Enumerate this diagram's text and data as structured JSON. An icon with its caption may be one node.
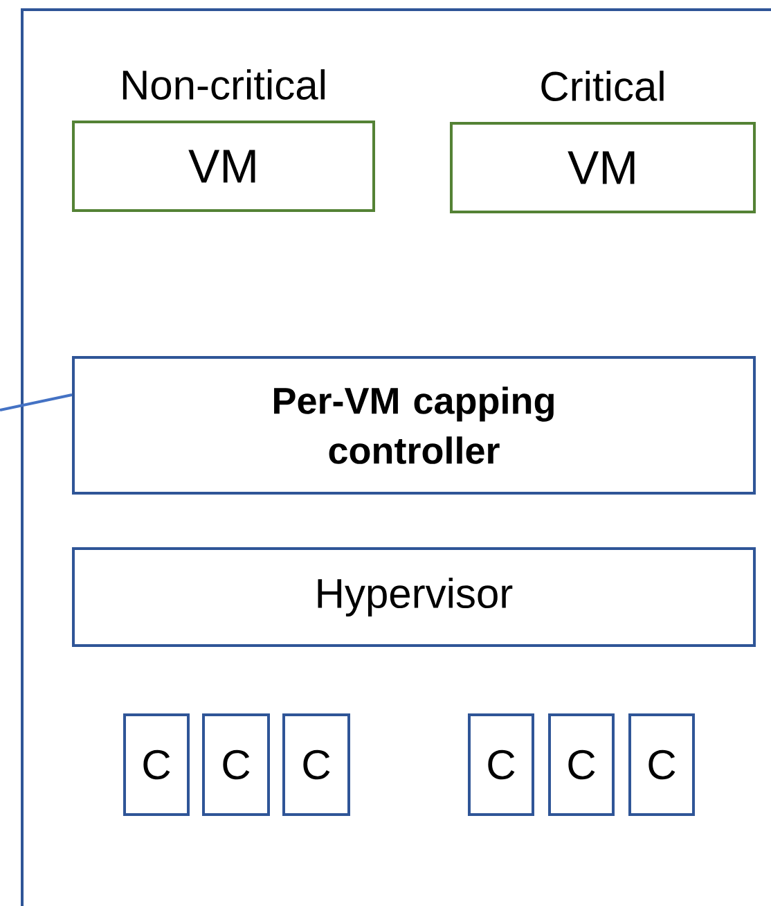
{
  "diagram": {
    "nodes": [
      {
        "text": [],
        "shape": "box"
      },
      {
        "text": [
          "Non-critical",
          "VM"
        ],
        "in": 0
      },
      {
        "text": [
          "Critical",
          "VM"
        ],
        "in": 0
      },
      {
        "text": [
          "Per-VM capping controller"
        ],
        "in": 0
      },
      {
        "text": [
          "Hypervisor"
        ],
        "in": 0
      },
      {
        "text": [
          "C"
        ],
        "in": 0
      },
      {
        "text": [
          "C"
        ],
        "in": 0
      },
      {
        "text": [
          "C"
        ],
        "in": 0
      },
      {
        "text": [
          "C"
        ],
        "in": 0
      },
      {
        "text": [
          "C"
        ],
        "in": 0
      },
      {
        "text": [
          "C"
        ],
        "in": 0
      }
    ],
    "edges": [
      {
        "from": null,
        "to": 3,
        "arrow": "none"
      }
    ]
  }
}
